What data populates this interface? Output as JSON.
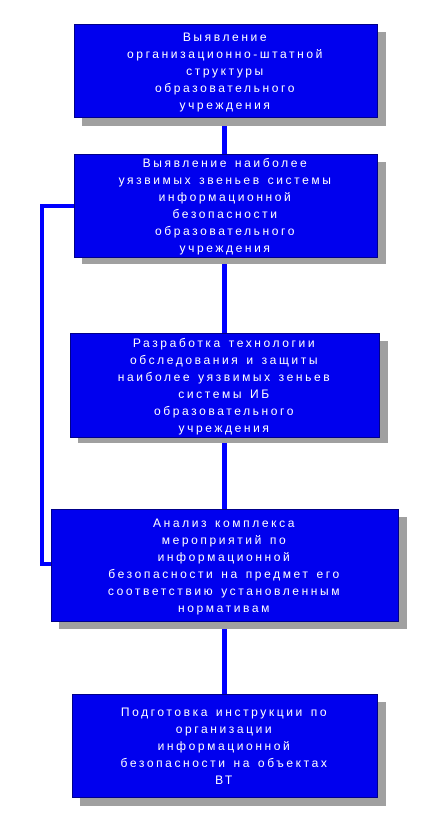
{
  "diagram": {
    "colors": {
      "box_fill": "#0000ee",
      "connector": "#0000ff",
      "shadow": "#a0a0a0",
      "text": "#ffffff"
    },
    "boxes": [
      {
        "text": "Выявление\nорганизационно-штатной\nструктуры\nобразовательного\nучреждения"
      },
      {
        "text": "Выявление наиболее\nуязвимых звеньев системы\nинформационной\nбезопасности\nобразовательного\nучреждения"
      },
      {
        "text": "Разработка технологии\nобследования и защиты\nнаиболее уязвимых зеньев\nсистемы ИБ\nобразовательного\nучреждения"
      },
      {
        "text": "Анализ комплекса\nмероприятий по\nинформационной\nбезопасности на предмет его\nсоответствию установленным\nнормативам"
      },
      {
        "text": "Подготовка инструкции по\nорганизации\nинформационной\nбезопасности на объектах\nВТ"
      }
    ]
  }
}
